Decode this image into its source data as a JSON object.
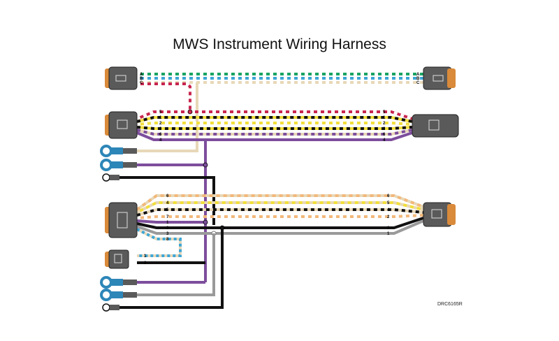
{
  "title": "MWS Instrument Wiring Harness",
  "drawing_code": "DRC6165R",
  "colors": {
    "green": "#19a463",
    "cyan": "#3ea6d6",
    "red": "#c8254e",
    "tan": "#e8d8b8",
    "yellow": "#f2df3a",
    "purple": "#7d4e9c",
    "black": "#111111",
    "gray": "#9a9a9a",
    "orange": "#f2b87a",
    "connector": "#5a5a5a",
    "seal": "#d98a3a",
    "ring": "#2d86b8"
  },
  "pins": {
    "top": [
      "A",
      "B",
      "C"
    ],
    "upper": [
      "5",
      "1",
      "2",
      "3",
      "6",
      "4"
    ],
    "lower_left": [
      "6",
      "4",
      "5",
      "7",
      "1",
      "2",
      "3",
      "8"
    ],
    "lower_right": [
      "6",
      "5",
      "4",
      "2",
      "3",
      "1"
    ],
    "small": [
      "1",
      "2"
    ]
  }
}
